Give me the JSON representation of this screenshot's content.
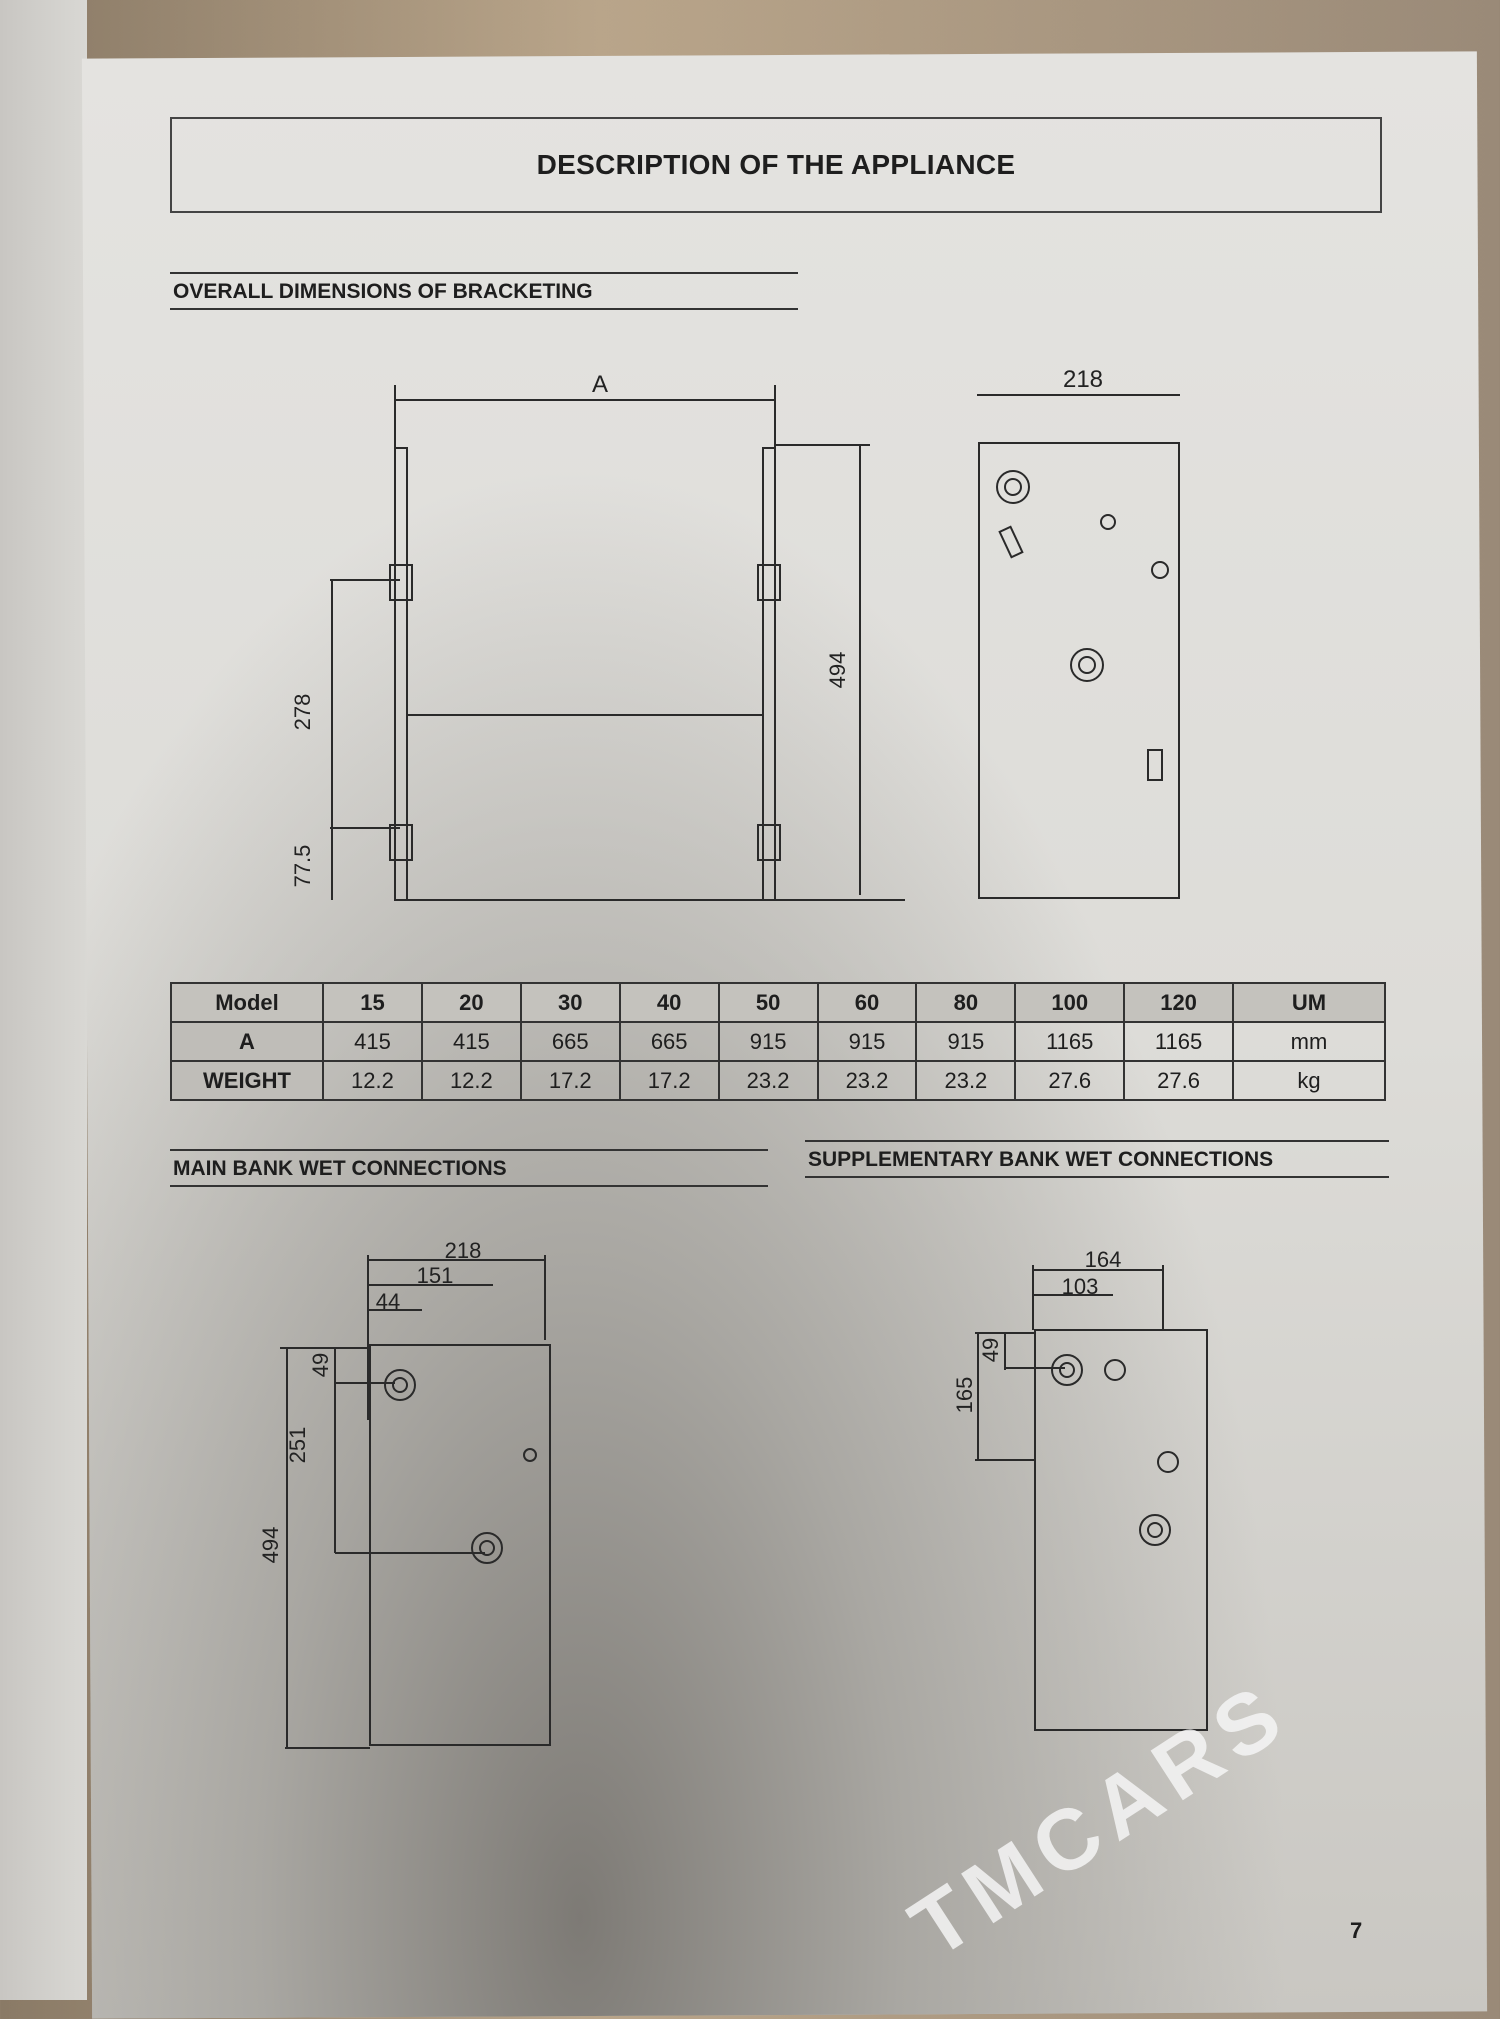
{
  "title": "DESCRIPTION OF THE APPLIANCE",
  "sections": {
    "bracketing": "OVERALL DIMENSIONS OF BRACKETING",
    "main_bank": "MAIN BANK WET CONNECTIONS",
    "supplementary_bank": "SUPPLEMENTARY BANK WET CONNECTIONS"
  },
  "bracketing_dims": {
    "width": "A",
    "height_total": "494",
    "upper": "278",
    "lower": "77.5",
    "side_width": "218"
  },
  "main_dims": {
    "d218": "218",
    "d151": "151",
    "d44": "44",
    "d49": "49",
    "d251": "251",
    "d494": "494"
  },
  "supp_dims": {
    "d164": "164",
    "d103": "103",
    "d49": "49",
    "d165": "165"
  },
  "table": {
    "header": [
      "Model",
      "15",
      "20",
      "30",
      "40",
      "50",
      "60",
      "80",
      "100",
      "120",
      "UM"
    ],
    "rows": [
      [
        "A",
        "415",
        "415",
        "665",
        "665",
        "915",
        "915",
        "915",
        "1165",
        "1165",
        "mm"
      ],
      [
        "WEIGHT",
        "12.2",
        "12.2",
        "17.2",
        "17.2",
        "23.2",
        "23.2",
        "23.2",
        "27.6",
        "27.6",
        "kg"
      ]
    ]
  },
  "page_number": "7",
  "watermark": "TMCARS"
}
